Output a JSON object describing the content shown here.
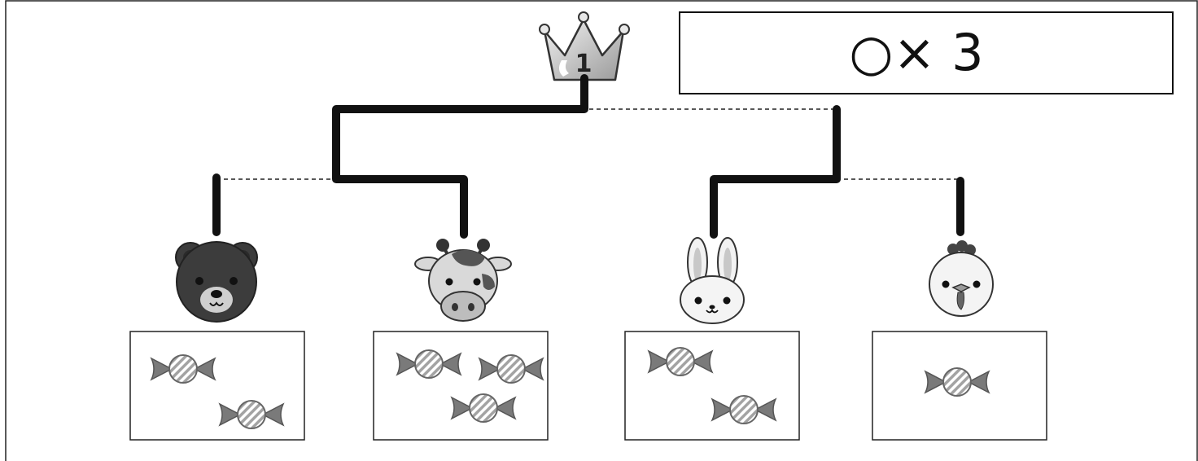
{
  "score_box": {
    "text": "○× 3"
  },
  "crown": {
    "rank": "1"
  },
  "competitors": [
    {
      "animal": "bear",
      "candies": 2
    },
    {
      "animal": "cow",
      "candies": 3
    },
    {
      "animal": "rabbit",
      "candies": 2
    },
    {
      "animal": "chick",
      "candies": 1
    }
  ],
  "colors": {
    "line": "#111111",
    "candy": "#7a7a7a",
    "bear": "#3c3c3c"
  }
}
